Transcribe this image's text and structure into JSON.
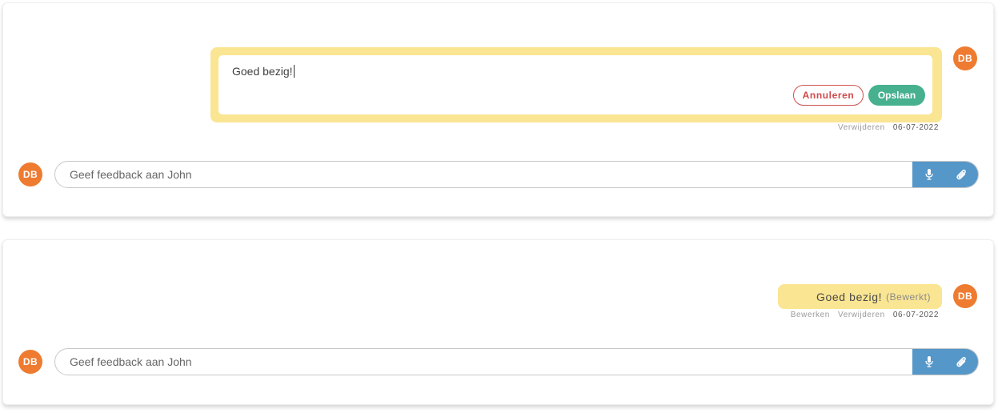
{
  "colors": {
    "avatar_bg": "#ee7b30",
    "highlight_bg": "#fae592",
    "save_bg": "#46b08f",
    "cancel_border": "#d05050",
    "input_actions_bg": "#5597c8"
  },
  "icons": {
    "microphone": "microphone-icon",
    "attachment": "paperclip-icon"
  },
  "editing_panel": {
    "comment": {
      "avatar_initials": "DB",
      "text": "Goed bezig!",
      "cancel_label": "Annuleren",
      "save_label": "Opslaan",
      "delete_label": "Verwijderen",
      "date": "06-07-2022"
    },
    "composer": {
      "avatar_initials": "DB",
      "placeholder": "Geef feedback aan John"
    }
  },
  "saved_panel": {
    "comment": {
      "avatar_initials": "DB",
      "text": "Goed bezig!",
      "edited_label": "(Bewerkt)",
      "edit_label": "Bewerken",
      "delete_label": "Verwijderen",
      "date": "06-07-2022"
    },
    "composer": {
      "avatar_initials": "DB",
      "placeholder": "Geef feedback aan John"
    }
  }
}
